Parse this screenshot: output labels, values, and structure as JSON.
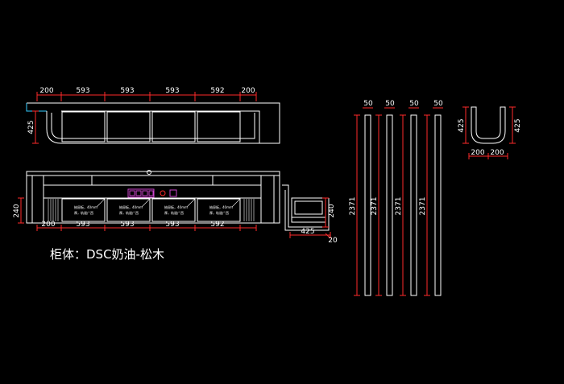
{
  "colors": {
    "background": "#000000",
    "outline": "#ffffff",
    "dimension": "#ff2a2a",
    "detail": "#33ccff",
    "panel": "#cc44cc"
  },
  "top_plan": {
    "widths": [
      "200",
      "593",
      "593",
      "593",
      "592",
      "200"
    ],
    "depth": "425"
  },
  "front_elevation": {
    "widths": [
      "200",
      "593",
      "593",
      "593",
      "592"
    ],
    "height": "240",
    "drawer_note_line1": "抽屉板，40mm",
    "drawer_note_line2": "厚，轨道广西"
  },
  "section": {
    "height": "240",
    "depth": "425",
    "offset": "20"
  },
  "legs": {
    "widths": [
      "50",
      "50",
      "50",
      "50"
    ],
    "heights": [
      "2371",
      "2371",
      "2371",
      "2371"
    ]
  },
  "u_detail": {
    "height_left": "425",
    "height_right": "425",
    "widths": [
      "200",
      "200"
    ]
  },
  "caption": "柜体：DSC奶油-松木"
}
